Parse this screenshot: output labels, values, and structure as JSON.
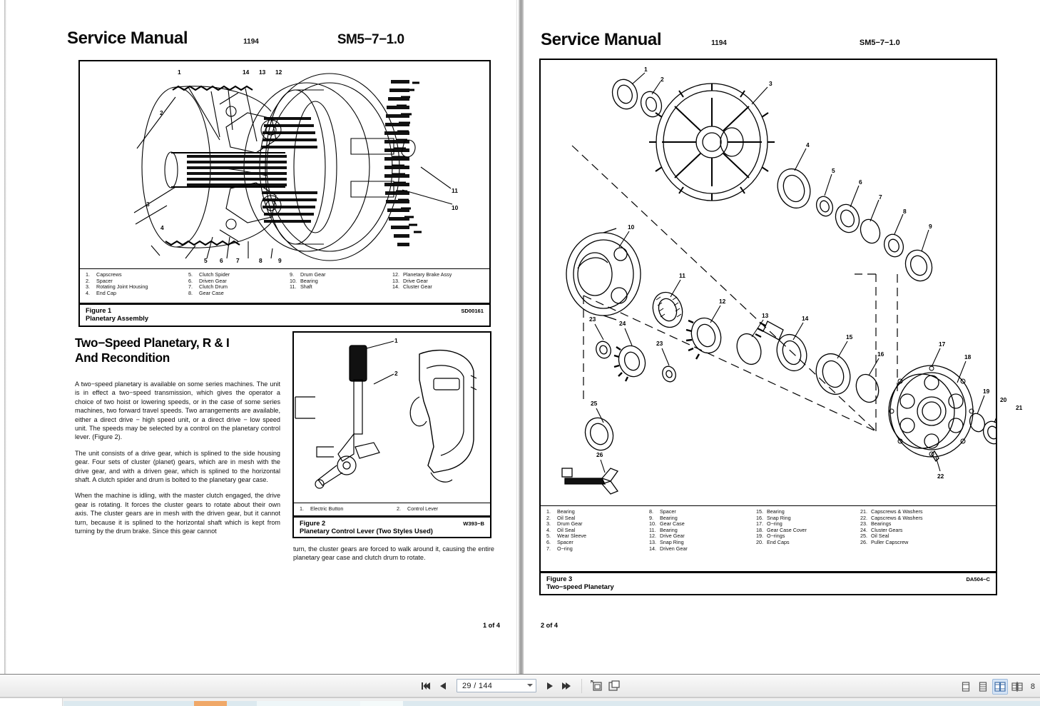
{
  "app": {
    "viewer_name": "pdf-viewer",
    "background": "#ffffff"
  },
  "toolbar": {
    "first_page_label": "First page",
    "prev_page_label": "Previous page",
    "next_page_label": "Next page",
    "last_page_label": "Last page",
    "page_value": "29 / 144",
    "page_placeholder": "29 / 144",
    "current_page": "29",
    "total_pages": "144",
    "fit_page_label": "Fit page",
    "fit_width_label": "Fit width",
    "view_single_label": "Single page view",
    "view_continuous_label": "Continuous view",
    "view_facing_label": "Facing pages view",
    "view_book_label": "Book view",
    "zoom_value": "8"
  },
  "left_page": {
    "header": {
      "title": "Service Manual",
      "date": "1194",
      "code": "SM5−7−1.0"
    },
    "figure1": {
      "parts_columns": [
        [
          {
            "n": "1.",
            "t": "Capscrews"
          },
          {
            "n": "2.",
            "t": "Spacer"
          },
          {
            "n": "3.",
            "t": "Rotating Joint Housing"
          },
          {
            "n": "4.",
            "t": "End Cap"
          }
        ],
        [
          {
            "n": "5.",
            "t": "Clutch Spider"
          },
          {
            "n": "6.",
            "t": "Driven Gear"
          },
          {
            "n": "7.",
            "t": "Clutch Drum"
          },
          {
            "n": "8.",
            "t": "Gear Case"
          }
        ],
        [
          {
            "n": "9.",
            "t": "Drum Gear"
          },
          {
            "n": "10.",
            "t": "Bearing"
          },
          {
            "n": "11.",
            "t": "Shaft"
          }
        ],
        [
          {
            "n": "12.",
            "t": "Planetary Brake Assy"
          },
          {
            "n": "13.",
            "t": "Drive Gear"
          },
          {
            "n": "14.",
            "t": "Cluster Gear"
          }
        ]
      ],
      "caption_line1": "Figure 1",
      "caption_line2": "Planetary Assembly",
      "caption_code": "SD00161",
      "callouts": [
        "1",
        "2",
        "3",
        "4",
        "5",
        "6",
        "7",
        "8",
        "9",
        "10",
        "11",
        "12",
        "13",
        "14"
      ]
    },
    "section": {
      "heading_line1": "Two−Speed Planetary, R & I",
      "heading_line2": "And Recondition",
      "paragraph1": "A two−speed planetary is available on some series machines. The unit is in effect a two−speed transmission, which gives the operator a choice of two hoist or lowering speeds, or in the case of some series machines, two forward travel speeds. Two arrangements are available, either a direct drive − high speed unit, or a direct drive − low speed unit. The speeds may be selected by a control on the planetary control lever. (Figure 2).",
      "paragraph2": "The unit consists of a drive gear, which is splined to the side housing gear. Four sets of cluster (planet) gears, which are in mesh with the drive gear, and with a driven gear, which is splined to the horizontal shaft. A clutch spider and drum is bolted to the planetary gear case.",
      "paragraph3": "When the machine is idling, with the master clutch engaged, the drive gear is rotating. It forces the cluster gears to rotate about their own axis. The cluster gears are in mesh with the driven gear, but it cannot turn, because it is splined to the horizontal shaft which is kept from turning by the drum brake. Since this gear cannot",
      "paragraph4": "turn, the cluster gears are forced to walk around it, causing the entire planetary gear case and clutch drum to rotate."
    },
    "figure2": {
      "parts": [
        {
          "n": "1.",
          "t": "Electric Button"
        },
        {
          "n": "2.",
          "t": "Control Lever"
        }
      ],
      "caption_line1": "Figure 2",
      "caption_line2": "Planetary Control Lever (Two Styles Used)",
      "caption_code": "W393−B",
      "callouts": [
        "1",
        "2"
      ]
    },
    "footer": "1 of 4"
  },
  "right_page": {
    "header": {
      "title": "Service Manual",
      "date": "1194",
      "code": "SM5−7−1.0"
    },
    "figure3": {
      "parts_columns": [
        [
          {
            "n": "1.",
            "t": "Bearing"
          },
          {
            "n": "2.",
            "t": "Oil Seal"
          },
          {
            "n": "3.",
            "t": "Drum Gear"
          },
          {
            "n": "4.",
            "t": "Oil Seal"
          },
          {
            "n": "5.",
            "t": "Wear Sleeve"
          },
          {
            "n": "6.",
            "t": "Spacer"
          },
          {
            "n": "7.",
            "t": "O−ring"
          }
        ],
        [
          {
            "n": "8.",
            "t": "Spacer"
          },
          {
            "n": "9.",
            "t": "Bearing"
          },
          {
            "n": "10.",
            "t": "Gear Case"
          },
          {
            "n": "11.",
            "t": "Bearing"
          },
          {
            "n": "12.",
            "t": "Drive Gear"
          },
          {
            "n": "13.",
            "t": "Snap Ring"
          },
          {
            "n": "14.",
            "t": "Driven Gear"
          }
        ],
        [
          {
            "n": "15.",
            "t": "Bearing"
          },
          {
            "n": "16.",
            "t": "Snap Ring"
          },
          {
            "n": "17.",
            "t": "O−ring"
          },
          {
            "n": "18.",
            "t": "Gear Case Cover"
          },
          {
            "n": "19.",
            "t": "O−rings"
          },
          {
            "n": "20.",
            "t": "End Caps"
          }
        ],
        [
          {
            "n": "21.",
            "t": "Capscrews & Washers"
          },
          {
            "n": "22.",
            "t": "Capscrews & Washers"
          },
          {
            "n": "23.",
            "t": "Bearings"
          },
          {
            "n": "24.",
            "t": "Cluster Gears"
          },
          {
            "n": "25.",
            "t": "Oil Seal"
          },
          {
            "n": "26.",
            "t": "Puller Capscrew"
          }
        ]
      ],
      "caption_line1": "Figure 3",
      "caption_line2": "Two−speed Planetary",
      "caption_code": "DA504−C",
      "callouts": [
        "1",
        "2",
        "3",
        "4",
        "5",
        "6",
        "7",
        "8",
        "9",
        "10",
        "11",
        "12",
        "13",
        "14",
        "15",
        "16",
        "17",
        "18",
        "19",
        "20",
        "21",
        "22",
        "23",
        "23",
        "24",
        "25",
        "26"
      ]
    },
    "footer": "2 of 4"
  }
}
